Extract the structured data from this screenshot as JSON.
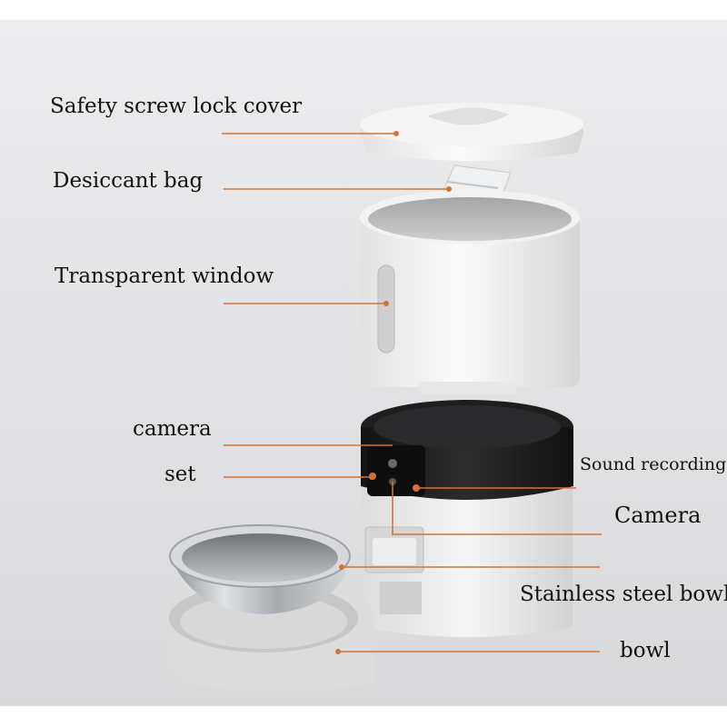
{
  "labels": {
    "lid": "Safety screw lock cover",
    "desiccant": "Desiccant bag",
    "window": "Transparent window",
    "camera_lower": "camera",
    "set": "set",
    "sound": "Sound recording",
    "camera_upper": "Camera",
    "steel_bowl": "Stainless steel bowl",
    "bowl": "bowl"
  },
  "colors": {
    "background": "#e4e4e6",
    "leader_line": "#d2723a",
    "product_white": "#f3f3f3",
    "product_grey": "#cfcfcf",
    "base_dark": "#1c1c1e",
    "steel": "#b9bdc1"
  }
}
